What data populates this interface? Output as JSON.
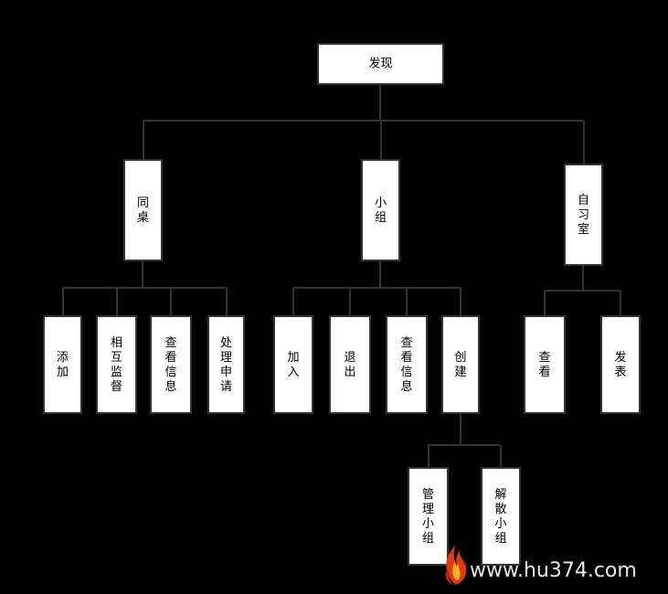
{
  "root": {
    "label": "发现",
    "children": [
      {
        "label": "同桌",
        "children": [
          {
            "label": "添加"
          },
          {
            "label": "相互监督"
          },
          {
            "label": "查看信息"
          },
          {
            "label": "处理申请"
          }
        ]
      },
      {
        "label": "小组",
        "children": [
          {
            "label": "加入"
          },
          {
            "label": "退出"
          },
          {
            "label": "查看信息"
          },
          {
            "label": "创建",
            "children": [
              {
                "label": "管理小组"
              },
              {
                "label": "解散小组"
              }
            ]
          }
        ]
      },
      {
        "label": "自习室",
        "children": [
          {
            "label": "查看"
          },
          {
            "label": "发表"
          }
        ]
      }
    ]
  },
  "watermark": {
    "text": "www.hu374.com",
    "icon": "flame-icon"
  }
}
